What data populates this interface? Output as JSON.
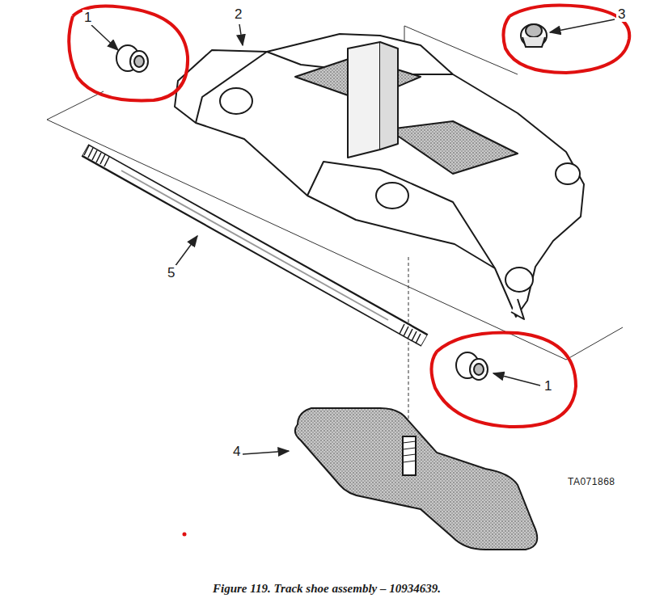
{
  "diagram": {
    "caption": "Figure 119. Track shoe assembly – 10934639.",
    "labels": [
      "1",
      "2",
      "3",
      "5",
      "1",
      "4",
      "TA071868"
    ]
  }
}
